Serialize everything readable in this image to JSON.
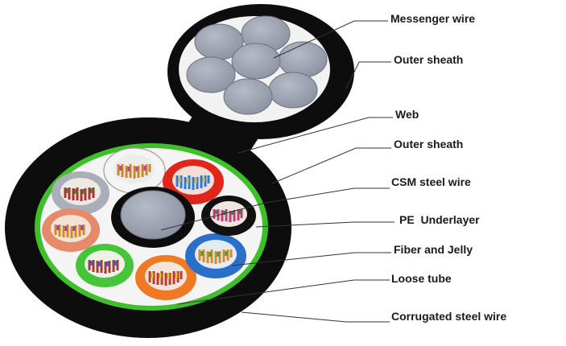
{
  "labels": {
    "messenger_wire": "Messenger wire",
    "outer_sheath_top": "Outer sheath",
    "web": "Web",
    "outer_sheath": "Outer sheath",
    "csm_steel_wire": "CSM steel wire",
    "pe_underlayer": "PE  Underlayer",
    "fiber_and_jelly": "Fiber and Jelly",
    "loose_tube": "Loose tube",
    "corrugated_steel_wire": "Corrugated steel wire"
  },
  "colors": {
    "sheath": "#0d0d0d",
    "steel_wire": "#9ea3b0",
    "green_armor": "#3fbf2a",
    "leader_line": "#333333",
    "tube_white": "#f4f4f4",
    "tube_red": "#e0261b",
    "tube_black": "#111111",
    "tube_blue": "#2a6fc9",
    "tube_orange": "#f07a24",
    "tube_green": "#46c43a",
    "tube_salmon": "#e58a6a",
    "tube_grey": "#a9aeb8"
  }
}
